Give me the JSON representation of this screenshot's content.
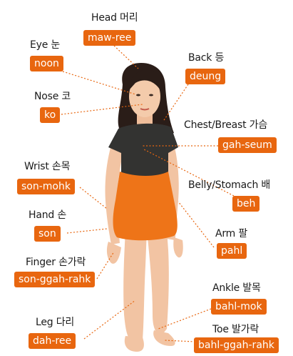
{
  "labels": [
    {
      "id": "head",
      "english": "Head 머리",
      "roman": "maw-ree"
    },
    {
      "id": "eye",
      "english": "Eye 눈",
      "roman": "noon"
    },
    {
      "id": "back",
      "english": "Back 등",
      "roman": "deung"
    },
    {
      "id": "nose",
      "english": "Nose 코",
      "roman": "ko"
    },
    {
      "id": "chest",
      "english": "Chest/Breast 가슴",
      "roman": "gah-seum"
    },
    {
      "id": "wrist",
      "english": "Wrist 손목",
      "roman": "son-mohk"
    },
    {
      "id": "belly",
      "english": "Belly/Stomach 배",
      "roman": "beh"
    },
    {
      "id": "hand",
      "english": "Hand 손",
      "roman": "son"
    },
    {
      "id": "arm",
      "english": "Arm 팔",
      "roman": "pahl"
    },
    {
      "id": "finger",
      "english": "Finger 손가락",
      "roman": "son-ggah-rahk"
    },
    {
      "id": "ankle",
      "english": "Ankle 발목",
      "roman": "bahl-mok"
    },
    {
      "id": "leg",
      "english": "Leg 다리",
      "roman": "dah-ree"
    },
    {
      "id": "toe",
      "english": "Toe 발가락",
      "roman": "bahl-ggah-rahk"
    }
  ],
  "colors": {
    "tag_bg": "#e8660f",
    "tag_text": "#ffffff",
    "leader_line": "#e8660f",
    "skin": "#f2c4a3",
    "shirt": "#333331",
    "skirt": "#ee7418",
    "hair": "#2a1d18"
  }
}
